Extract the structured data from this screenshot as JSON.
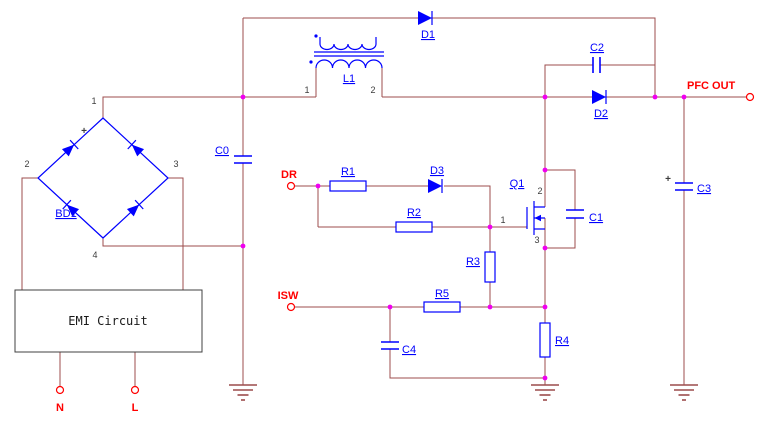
{
  "colors": {
    "wire": "#9C4C4C",
    "component": "#0000FF",
    "net_label": "#FF0000",
    "junction": "#F000F0",
    "pin_text": "#3C3C3C",
    "block": "#404040"
  },
  "designators": {
    "bd1": "BD1",
    "l1": "L1",
    "d1": "D1",
    "d2": "D2",
    "d3": "D3",
    "c0": "C0",
    "c1": "C1",
    "c2": "C2",
    "c3": "C3",
    "c4": "C4",
    "r1": "R1",
    "r2": "R2",
    "r3": "R3",
    "r4": "R4",
    "r5": "R5",
    "q1": "Q1"
  },
  "net_labels": {
    "dr": "DR",
    "isw": "ISW",
    "pfc_out": "PFC OUT",
    "n": "N",
    "l": "L"
  },
  "pin_numbers": {
    "bridge_1": "1",
    "bridge_2": "2",
    "bridge_3": "3",
    "bridge_4": "4",
    "l1_1": "1",
    "l1_2": "2",
    "q1_gate": "1",
    "q1_drain": "2",
    "q1_source": "3",
    "plus": "+"
  },
  "emi_block": {
    "label": "EMI Circuit"
  }
}
